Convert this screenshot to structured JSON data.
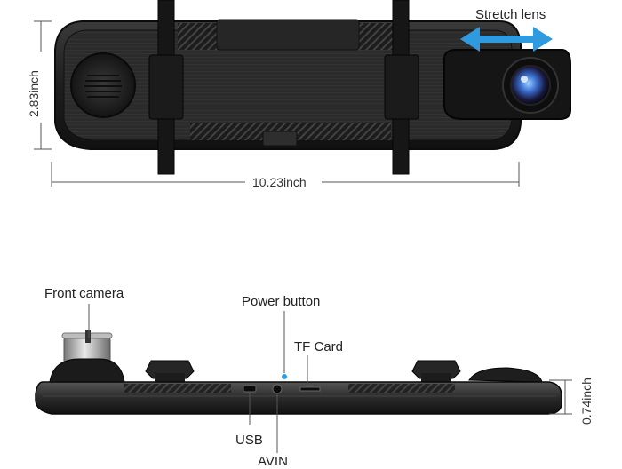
{
  "top_view": {
    "stretch_lens_label": "Stretch lens",
    "height_dimension": "2.83inch",
    "width_dimension": "10.23inch"
  },
  "side_view": {
    "front_camera_label": "Front camera",
    "power_button_label": "Power button",
    "tf_card_label": "TF Card",
    "usb_label": "USB",
    "av_in_label": "AVIN",
    "thickness_dimension": "0.74inch"
  },
  "colors": {
    "device_body": "#1e1e1e",
    "device_edge": "#0c0c0c",
    "arrow_blue": "#2f9ae0",
    "lens_blue": "#3a6fd0",
    "dimension_line": "#555555"
  }
}
